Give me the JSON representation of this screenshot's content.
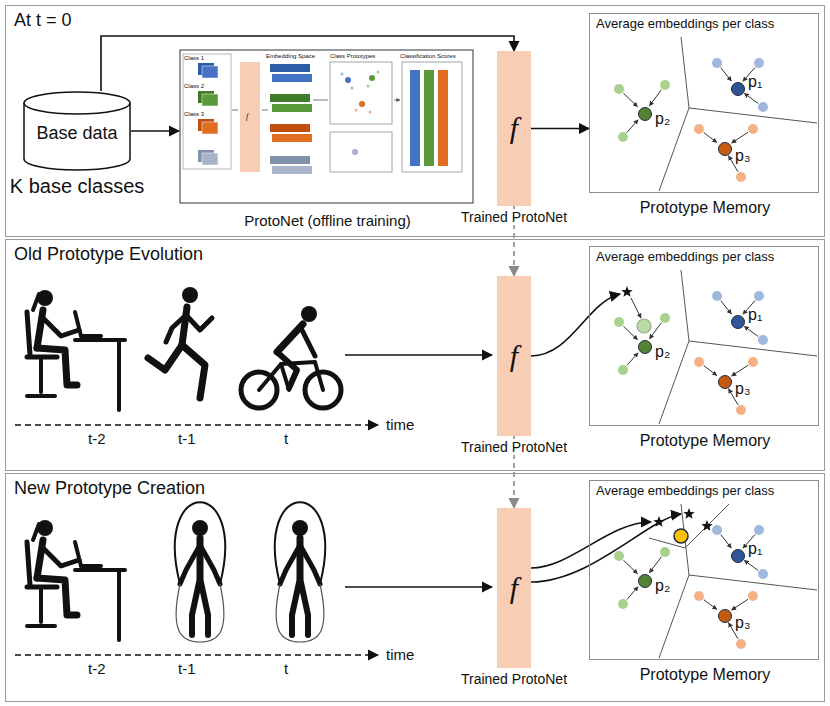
{
  "diagram": {
    "nodes": [
      {
        "text": [
          "At t = 0"
        ]
      },
      {
        "text": [
          "Base data",
          "K base classes"
        ],
        "in": 0
      },
      {
        "text": [
          "ProtoNet (offline training)"
        ],
        "in": 0
      },
      {
        "text": [
          "f",
          "Trained ProtoNet"
        ],
        "in": 0
      },
      {
        "text": [
          "Average embeddings per class",
          "Prototype Memory"
        ],
        "in": 0
      },
      {
        "text": [
          "p₁"
        ],
        "in": 4
      },
      {
        "text": [
          "p₂"
        ],
        "in": 4
      },
      {
        "text": [
          "p₃"
        ],
        "in": 4
      },
      {
        "text": [
          "Old Prototype Evolution"
        ]
      },
      {
        "text": [
          "f",
          "Trained ProtoNet"
        ],
        "in": 8
      },
      {
        "text": [
          "Average embeddings per class",
          "Prototype Memory"
        ],
        "in": 8
      },
      {
        "text": [
          "p₁"
        ],
        "in": 10
      },
      {
        "text": [
          "p₂"
        ],
        "in": 10
      },
      {
        "text": [
          "p₃"
        ],
        "in": 10
      },
      {
        "text": [
          "New Prototype Creation"
        ]
      },
      {
        "text": [
          "f",
          "Trained ProtoNet"
        ],
        "in": 14
      },
      {
        "text": [
          "Average embeddings per class",
          "Prototype Memory"
        ],
        "in": 14
      },
      {
        "text": [
          "p₁"
        ],
        "in": 16
      },
      {
        "text": [
          "p₂"
        ],
        "in": 16
      },
      {
        "text": [
          "p₃"
        ],
        "in": 16
      }
    ],
    "edges": [
      {
        "from": 1,
        "to": 3,
        "arrow": "to"
      },
      {
        "from": 1,
        "to": 2,
        "arrow": "to"
      },
      {
        "from": 3,
        "to": 4,
        "arrow": "to"
      },
      {
        "from": 3,
        "to": 9,
        "arrow": "to"
      },
      {
        "from": 9,
        "to": 10,
        "arrow": "to"
      },
      {
        "from": 9,
        "to": 15,
        "arrow": "to"
      },
      {
        "from": 15,
        "to": 16,
        "arrow": "to"
      },
      {
        "from": 15,
        "to": 16,
        "arrow": "to"
      }
    ],
    "labels": [
      "Class 1",
      "Class 2",
      "Class 3",
      "f",
      "Embedding Space",
      "Class Prototypes",
      "Classification Scores",
      "t-2",
      "t-1",
      "t",
      "time",
      "t-2",
      "t-1",
      "t",
      "time"
    ]
  }
}
